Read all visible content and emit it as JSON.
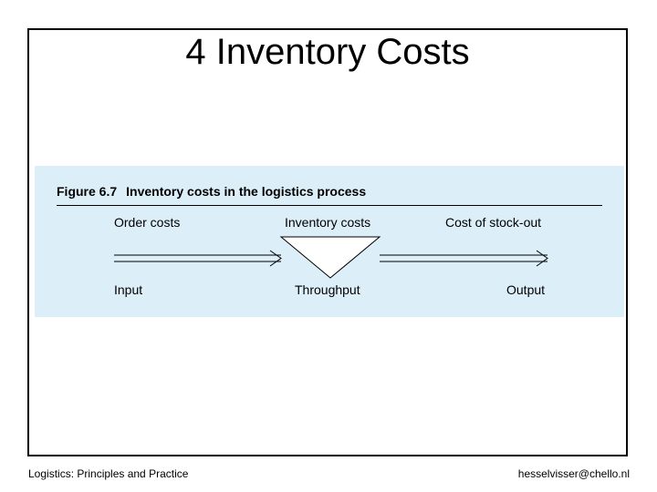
{
  "slide": {
    "title": "4 Inventory Costs"
  },
  "figure": {
    "number": "Figure 6.7",
    "caption": "Inventory costs in the logistics process",
    "top_labels": {
      "order_costs": "Order costs",
      "inventory_costs": "Inventory costs",
      "stockout_cost": "Cost of stock-out"
    },
    "bottom_labels": {
      "input": "Input",
      "throughput": "Throughput",
      "output": "Output"
    }
  },
  "footer": {
    "left": "Logistics: Principles and Practice",
    "right": "hesselvisser@chello.nl"
  },
  "colors": {
    "panel_background": "#dceef7",
    "frame_border": "#000000"
  }
}
